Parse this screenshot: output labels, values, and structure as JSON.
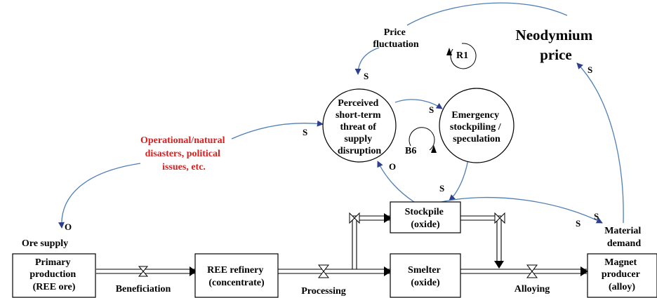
{
  "nodes": {
    "neodymium_price": [
      "Neodymium",
      "price"
    ],
    "price_fluctuation": [
      "Price",
      "fluctuation"
    ],
    "perceived_threat": [
      "Perceived",
      "short-term",
      "threat of",
      "supply",
      "disruption"
    ],
    "emergency_stockpiling": [
      "Emergency",
      "stockpiling /",
      "speculation"
    ],
    "disasters": [
      "Operational/natural",
      "disasters, political",
      "issues, etc."
    ],
    "ore_supply": "Ore supply",
    "material_demand": [
      "Material",
      "demand"
    ],
    "primary_production": [
      "Primary",
      "production",
      "(REE ore)"
    ],
    "ree_refinery": [
      "REE refinery",
      "(concentrate)"
    ],
    "stockpile": [
      "Stockpile",
      "(oxide)"
    ],
    "smelter": [
      "Smelter",
      "(oxide)"
    ],
    "magnet_producer": [
      "Magnet",
      "producer",
      "(alloy)"
    ]
  },
  "flows": {
    "beneficiation": "Beneficiation",
    "processing": "Processing",
    "alloying": "Alloying"
  },
  "loops": {
    "r1": "R1",
    "b6": "B6"
  },
  "polarities": {
    "fluct_to_threat": "S",
    "disasters_to_threat": "S",
    "threat_to_emergency": "S",
    "stockpile_to_threat": "O",
    "emergency_to_stockpile": "S",
    "disasters_to_ore": "O",
    "demand_to_price": "S",
    "stockpile_to_demand_left": "S",
    "stockpile_to_demand_right": "S"
  },
  "colors": {
    "link": "#4f7fb5",
    "arrowhead": "#2f3f8f",
    "external_factor": "#d92020"
  }
}
